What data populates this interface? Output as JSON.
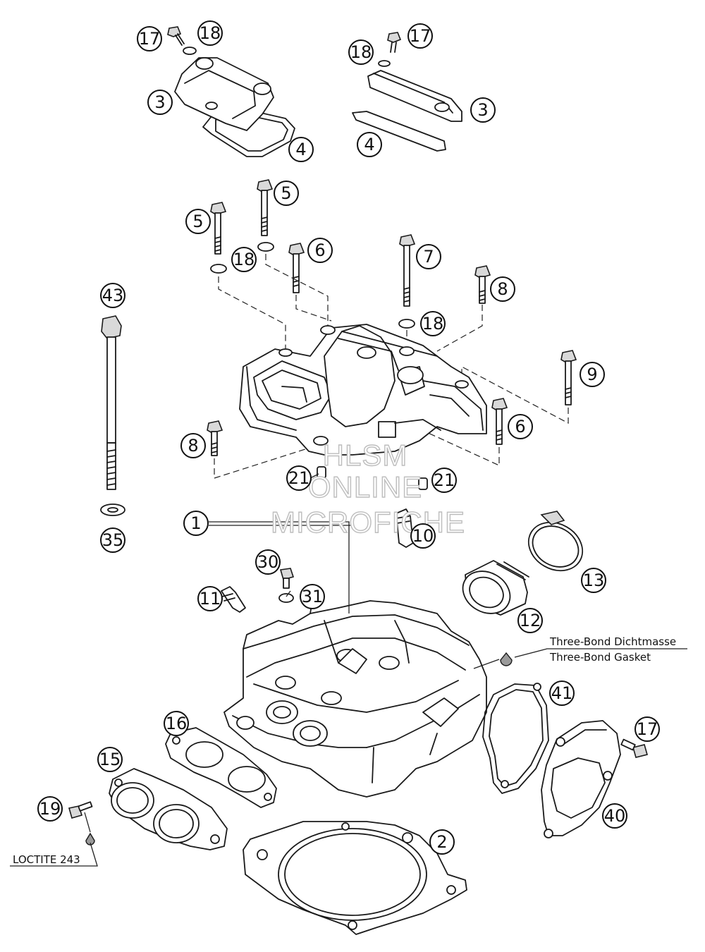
{
  "callouts": [
    {
      "id": "c17a",
      "num": "17"
    },
    {
      "id": "c18a",
      "num": "18"
    },
    {
      "id": "c3a",
      "num": "3"
    },
    {
      "id": "c4a",
      "num": "4"
    },
    {
      "id": "c18b",
      "num": "18"
    },
    {
      "id": "c17b",
      "num": "17"
    },
    {
      "id": "c3b",
      "num": "3"
    },
    {
      "id": "c4b",
      "num": "4"
    },
    {
      "id": "c5a",
      "num": "5"
    },
    {
      "id": "c5b",
      "num": "5"
    },
    {
      "id": "c6a",
      "num": "6"
    },
    {
      "id": "c18c",
      "num": "18"
    },
    {
      "id": "c7",
      "num": "7"
    },
    {
      "id": "c8a",
      "num": "8"
    },
    {
      "id": "c18d",
      "num": "18"
    },
    {
      "id": "c9",
      "num": "9"
    },
    {
      "id": "c43",
      "num": "43"
    },
    {
      "id": "c6b",
      "num": "6"
    },
    {
      "id": "c8b",
      "num": "8"
    },
    {
      "id": "c21a",
      "num": "21"
    },
    {
      "id": "c21b",
      "num": "21"
    },
    {
      "id": "c35",
      "num": "35"
    },
    {
      "id": "c1",
      "num": "1"
    },
    {
      "id": "c10",
      "num": "10"
    },
    {
      "id": "c30",
      "num": "30"
    },
    {
      "id": "c31",
      "num": "31"
    },
    {
      "id": "c11",
      "num": "11"
    },
    {
      "id": "c13",
      "num": "13"
    },
    {
      "id": "c12",
      "num": "12"
    },
    {
      "id": "c41",
      "num": "41"
    },
    {
      "id": "c16",
      "num": "16"
    },
    {
      "id": "c15",
      "num": "15"
    },
    {
      "id": "c17c",
      "num": "17"
    },
    {
      "id": "c19",
      "num": "19"
    },
    {
      "id": "c40",
      "num": "40"
    },
    {
      "id": "c2",
      "num": "2"
    }
  ],
  "notes": {
    "sealant_line1": "Three-Bond Dichtmasse",
    "sealant_line2": "Three-Bond Gasket",
    "loctite": "LOCTITE 243"
  },
  "watermark": {
    "line1": "HLSM",
    "line2": "ONLINE",
    "line3": "MICROFICHE"
  }
}
